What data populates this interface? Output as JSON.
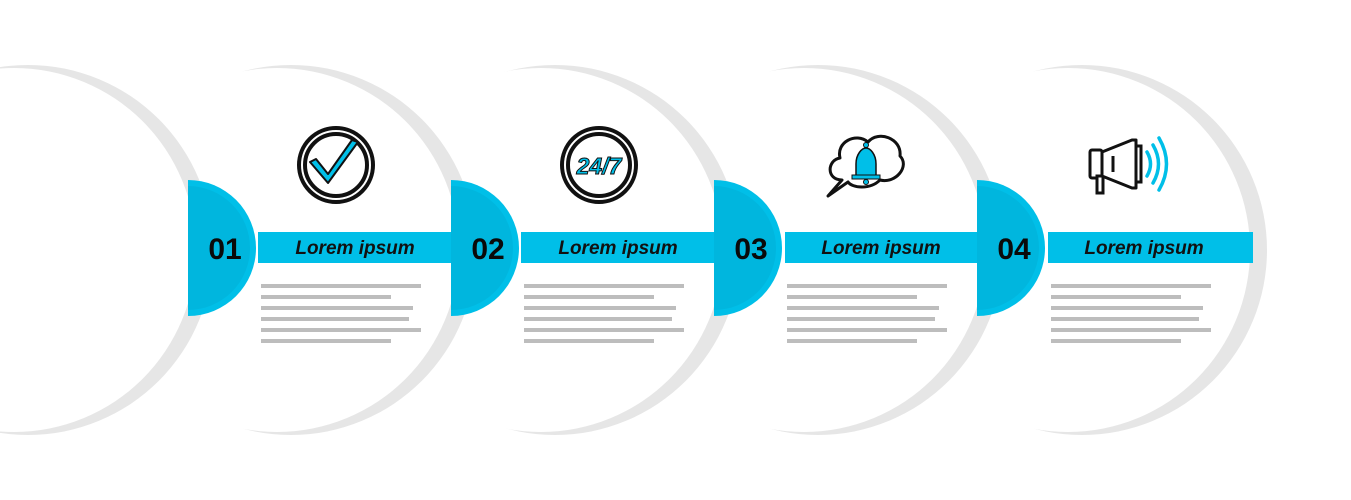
{
  "colors": {
    "accent": "#00BFE8",
    "accent_dark": "#00A6CC",
    "shadow": "#E6E6E6",
    "text_line": "#BDBDBD",
    "text": "#111111"
  },
  "icon_text": "24/7",
  "steps": [
    {
      "number": "01",
      "title": "Lorem ipsum",
      "icon": "checkmark-circle-icon"
    },
    {
      "number": "02",
      "title": "Lorem ipsum",
      "icon": "clock-24-7-icon"
    },
    {
      "number": "03",
      "title": "Lorem ipsum",
      "icon": "chat-bell-icon"
    },
    {
      "number": "04",
      "title": "Lorem ipsum",
      "icon": "megaphone-icon"
    }
  ]
}
